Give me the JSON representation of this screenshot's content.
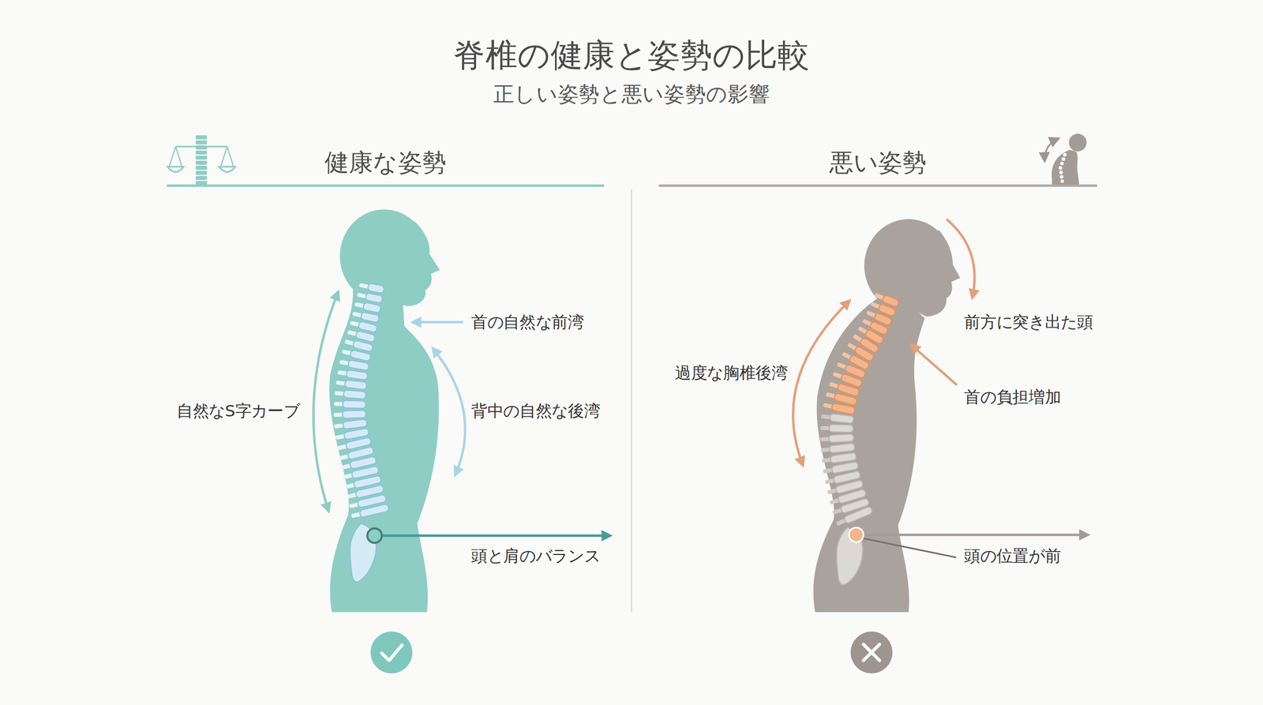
{
  "diagram": {
    "title": "脊椎の健康と姿勢の比較",
    "nodes": [
      {
        "text": [
          "健康な姿勢"
        ]
      },
      {
        "text": [
          "悪い姿勢"
        ]
      }
    ],
    "labels": [
      "正しい姿勢と悪い姿勢の影響",
      "首の自然な前湾",
      "自然なS字カーブ",
      "背中の自然な後湾",
      "頭と肩のバランス",
      "前方に突き出た頭",
      "過度な胸椎後湾",
      "首の負担増加",
      "頭の位置が前"
    ]
  }
}
